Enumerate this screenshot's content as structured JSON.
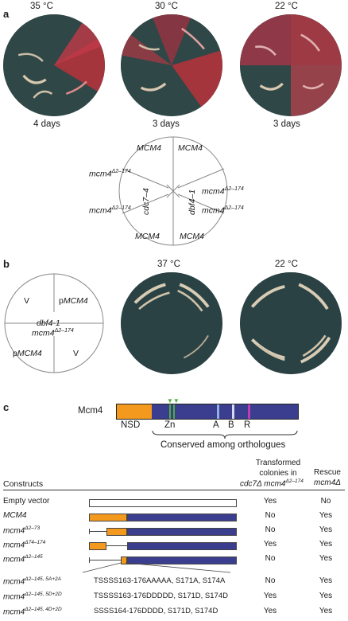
{
  "panel_a": {
    "letter": "a",
    "temps": [
      "35 °C",
      "30 °C",
      "22 °C"
    ],
    "durations": [
      "4 days",
      "3 days",
      "3 days"
    ],
    "scheme": {
      "top_left": "MCM4",
      "top_right": "MCM4",
      "left_upper": "mcm4",
      "left_upper_sup": "Δ2–174",
      "left_lower": "mcm4",
      "left_lower_sup": "Δ2–174",
      "right_upper": "mcm4",
      "right_upper_sup": "Δ2–174",
      "right_lower": "mcm4",
      "right_lower_sup": "Δ2–174",
      "bottom_left": "MCM4",
      "bottom_right": "MCM4",
      "center_left": "cdc7–4",
      "center_right": "dbf4–1"
    }
  },
  "panel_b": {
    "letter": "b",
    "temps": [
      "37 °C",
      "22 °C"
    ],
    "scheme": {
      "top_left": "V",
      "top_right_p": "p",
      "top_right": "MCM4",
      "center1": "dbf4-1",
      "center2": "mcm4",
      "center2_sup": "Δ2–174",
      "bottom_left_p": "p",
      "bottom_left": "MCM4",
      "bottom_right": "V"
    }
  },
  "panel_c": {
    "letter": "c",
    "protein": "Mcm4",
    "domains": {
      "nsd": "NSD",
      "zn": "Zn",
      "a": "A",
      "b": "B",
      "r": "R"
    },
    "conserved": "Conserved among orthologues",
    "colors": {
      "nsd": "#f39a1e",
      "core": "#3b3e8f",
      "zn": "#4caf3a",
      "a": "#8fb0e0",
      "b": "#d8d8f0",
      "r": "#c03fb0"
    },
    "headers": {
      "constructs": "Constructs",
      "transformed1": "Transformed",
      "transformed2": "colonies in",
      "transformed3": "cdc7Δ mcm4",
      "transformed3_sup": "Δ2–174",
      "rescue1": "Rescue",
      "rescue2": "mcm4Δ"
    },
    "rows": [
      {
        "name": "Empty vector",
        "sup": "",
        "transformed": "Yes",
        "rescue": "No"
      },
      {
        "name": "MCM4",
        "sup": "",
        "transformed": "No",
        "rescue": "Yes"
      },
      {
        "name": "mcm4",
        "sup": "Δ2–73",
        "transformed": "No",
        "rescue": "Yes"
      },
      {
        "name": "mcm4",
        "sup": "Δ74–174",
        "transformed": "Yes",
        "rescue": "Yes"
      },
      {
        "name": "mcm4",
        "sup": "Δ2–145",
        "transformed": "No",
        "rescue": "Yes"
      },
      {
        "name": "mcm4",
        "sup": "Δ2–145, 5A+2A",
        "mutation": "TSSSS163-176AAAAA, S171A, S174A",
        "transformed": "No",
        "rescue": "Yes"
      },
      {
        "name": "mcm4",
        "sup": "Δ2–145, 5D+2D",
        "mutation": "TSSSS163-176DDDDD, S171D, S174D",
        "transformed": "Yes",
        "rescue": "Yes"
      },
      {
        "name": "mcm4",
        "sup": "Δ2–145, 4D+2D",
        "mutation": "SSSS164-176DDDD, S171D, S174D",
        "transformed": "Yes",
        "rescue": "Yes"
      }
    ]
  }
}
